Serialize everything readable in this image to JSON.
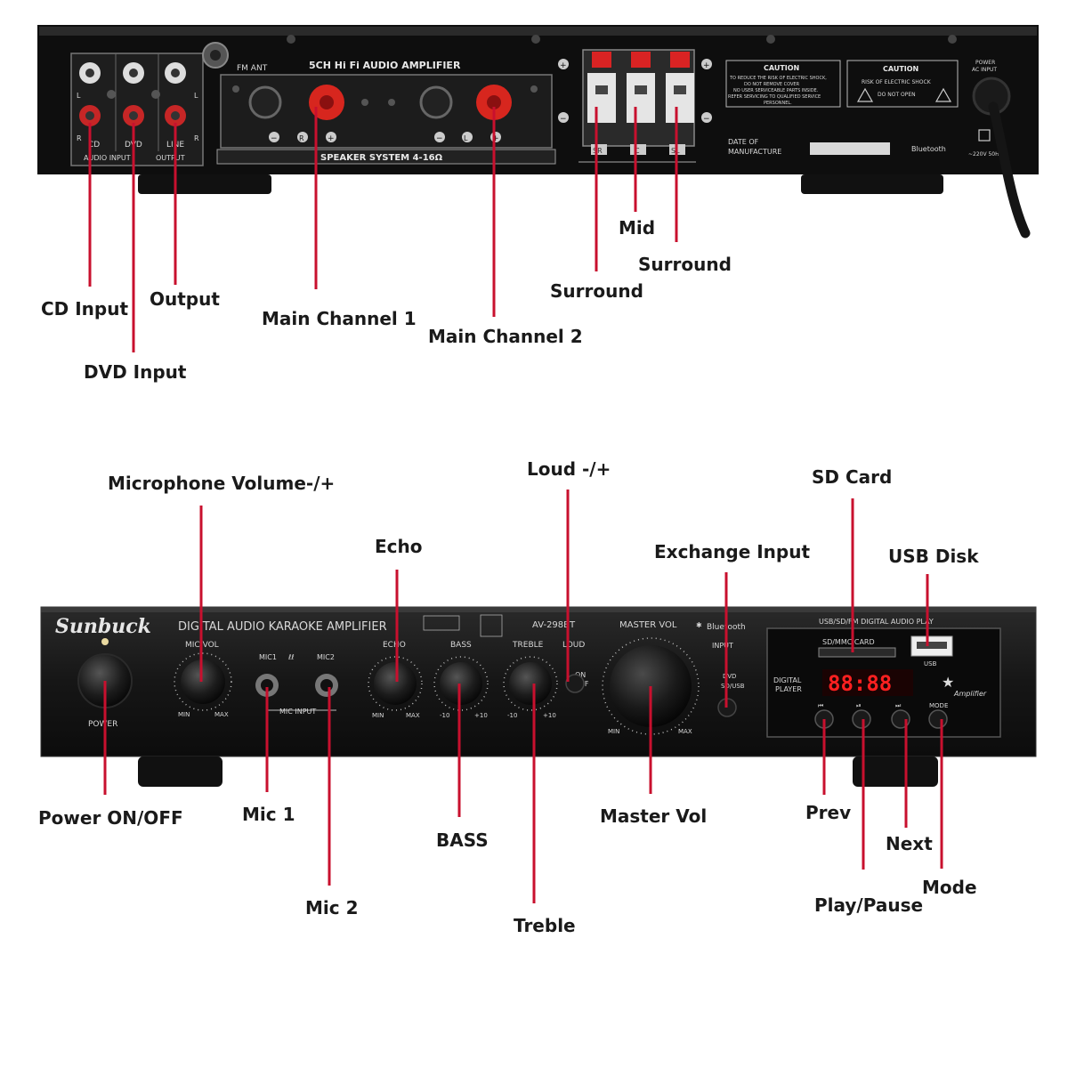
{
  "rear_panel": {
    "fm_ant": "FM ANT",
    "title": "5CH Hi Fi AUDIO AMPLIFIER",
    "audio_l": "L",
    "audio_r": "R",
    "jack_cd": "CD",
    "jack_dvd": "DVD",
    "jack_line": "LINE",
    "audio_input": "AUDIO INPUT",
    "output": "OUTPUT",
    "term_r": "R",
    "term_l": "L",
    "speaker_system": "SPEAKER SYSTEM 4-16Ω",
    "clip_sr": "SR",
    "clip_c": "C",
    "clip_sl": "SL",
    "caution1_title": "CAUTION",
    "caution1_lines": [
      "TO REDUCE THE RISK OF ELECTRIC SHOCK,",
      "DO NOT REMOVE COVER",
      "NO USER SERVICEABLE PARTS INSIDE.",
      "REFER SERVICING TO QUALIFIED SERVICE",
      "PERSONNEL."
    ],
    "caution2_title": "CAUTION",
    "caution2_line1": "RISK OF ELECTRIC SHOCK",
    "caution2_line2": "DO NOT OPEN",
    "date_line1": "DATE OF",
    "date_line2": "MANUFACTURE",
    "bluetooth": "Bluetooth",
    "voltage": "~220V 50Hz",
    "power_line1": "POWER",
    "power_line2": "AC INPUT"
  },
  "front_panel": {
    "brand": "Sunbuck",
    "title": "DIGITAL AUDIO KARAOKE AMPLIFIER",
    "model": "AV-298BT",
    "master_vol": "MASTER VOL",
    "bluetooth": "Bluetooth",
    "power": "POWER",
    "mic_vol": "MIC VOL",
    "min": "MIN",
    "max": "MAX",
    "mic1": "MIC1",
    "mic2": "MIC2",
    "mic_input": "MIC INPUT",
    "echo": "ECHO",
    "bass": "BASS",
    "treble": "TREBLE",
    "tone_min": "-10",
    "tone_max": "+10",
    "loud": "LOUD",
    "on": "ON",
    "off": "OFF",
    "input": "INPUT",
    "dvd": "DVD",
    "sd_usb": "SD/USB",
    "player_title": "USB/SD/FM DIGITAL AUDIO PLAY",
    "sd_mmc_card": "SD/MMC CARD",
    "usb": "USB",
    "digital_player_line1": "DIGITAL",
    "digital_player_line2": "PLAYER",
    "display": "88:88",
    "mode": "MODE",
    "amplifier": "Amplifier"
  },
  "callouts": {
    "cd_input": "CD Input",
    "dvd_input": "DVD Input",
    "output": "Output",
    "main_channel_1": "Main Channel 1",
    "main_channel_2": "Main Channel 2",
    "mid": "Mid",
    "surround_right": "Surround",
    "surround_left": "Surround",
    "microphone_volume": "Microphone Volume-/+",
    "echo": "Echo",
    "loud": "Loud -/+",
    "exchange_input": "Exchange Input",
    "sd_card": "SD Card",
    "usb_disk": "USB Disk",
    "power_on_off": "Power ON/OFF",
    "mic_1": "Mic 1",
    "mic_2": "Mic 2",
    "bass": "BASS",
    "treble": "Treble",
    "master_vol": "Master Vol",
    "prev": "Prev",
    "next": "Next",
    "play_pause": "Play/Pause",
    "mode": "Mode"
  },
  "colors": {
    "leader": "#c8102e",
    "panel": "#141414",
    "terminal_red": "#d7261e",
    "display_red": "#ff2020"
  }
}
